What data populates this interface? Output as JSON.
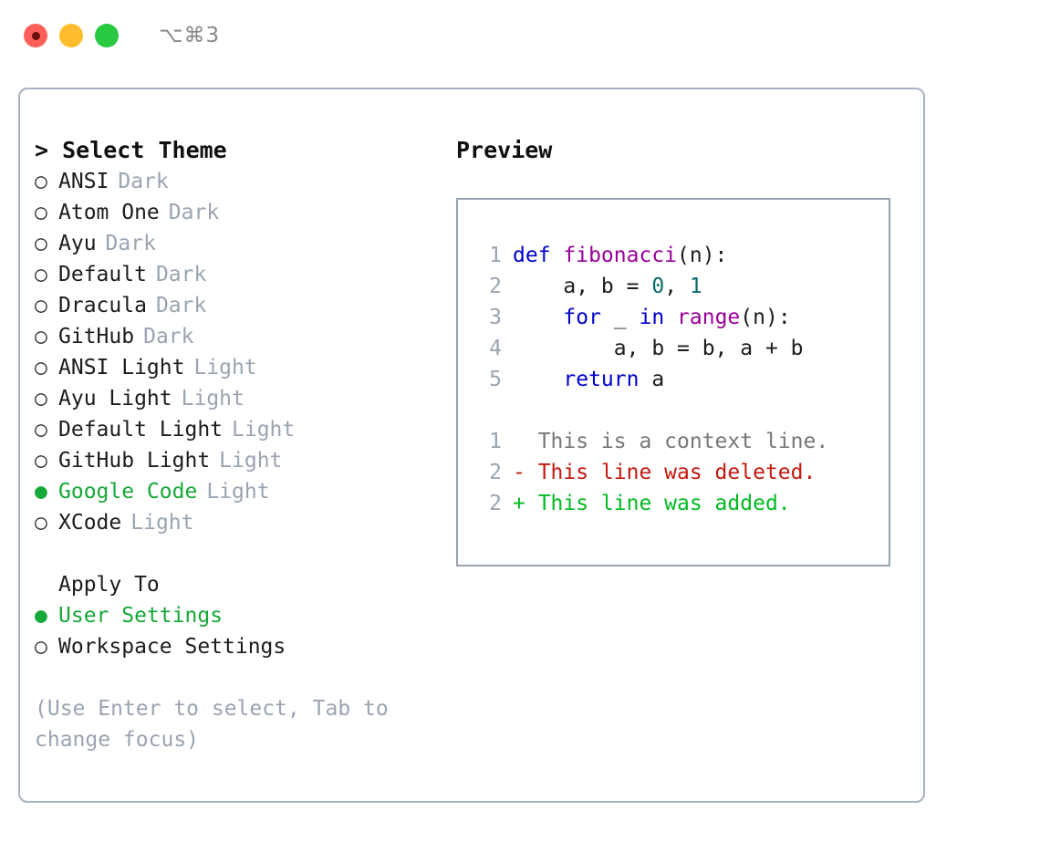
{
  "titlebar": {
    "shortcut": "⌥⌘3",
    "buttons": [
      {
        "name": "close",
        "color": "#ff6058"
      },
      {
        "name": "minimize",
        "color": "#ffbd2e"
      },
      {
        "name": "maximize",
        "color": "#28c840"
      }
    ]
  },
  "theme_picker": {
    "heading": "> Select Theme",
    "marker_selected": "●",
    "marker_unselected": "○",
    "items": [
      {
        "label": "ANSI",
        "category": "Dark",
        "selected": false
      },
      {
        "label": "Atom One",
        "category": "Dark",
        "selected": false
      },
      {
        "label": "Ayu",
        "category": "Dark",
        "selected": false
      },
      {
        "label": "Default",
        "category": "Dark",
        "selected": false
      },
      {
        "label": "Dracula",
        "category": "Dark",
        "selected": false
      },
      {
        "label": "GitHub",
        "category": "Dark",
        "selected": false
      },
      {
        "label": "ANSI Light",
        "category": "Light",
        "selected": false
      },
      {
        "label": "Ayu Light",
        "category": "Light",
        "selected": false
      },
      {
        "label": "Default Light",
        "category": "Light",
        "selected": false
      },
      {
        "label": "GitHub Light",
        "category": "Light",
        "selected": false
      },
      {
        "label": "Google Code",
        "category": "Light",
        "selected": true
      },
      {
        "label": "XCode",
        "category": "Light",
        "selected": false
      }
    ]
  },
  "apply_to": {
    "heading": "Apply To",
    "items": [
      {
        "label": "User Settings",
        "selected": true
      },
      {
        "label": "Workspace Settings",
        "selected": false
      }
    ]
  },
  "hint": "(Use Enter to select, Tab to change focus)",
  "preview": {
    "heading": "Preview",
    "code_lines": [
      {
        "gutter": "1",
        "tokens": [
          {
            "t": "def ",
            "c": "tok-kw"
          },
          {
            "t": "fibonacci",
            "c": "tok-fn"
          },
          {
            "t": "(n):",
            "c": "tok-plain"
          }
        ]
      },
      {
        "gutter": "2",
        "tokens": [
          {
            "t": "    a, b = ",
            "c": "tok-plain"
          },
          {
            "t": "0",
            "c": "tok-num"
          },
          {
            "t": ", ",
            "c": "tok-plain"
          },
          {
            "t": "1",
            "c": "tok-num"
          }
        ]
      },
      {
        "gutter": "3",
        "tokens": [
          {
            "t": "    ",
            "c": "tok-plain"
          },
          {
            "t": "for",
            "c": "tok-kw"
          },
          {
            "t": " _ ",
            "c": "tok-plain"
          },
          {
            "t": "in",
            "c": "tok-kw"
          },
          {
            "t": " ",
            "c": "tok-plain"
          },
          {
            "t": "range",
            "c": "tok-fn"
          },
          {
            "t": "(n):",
            "c": "tok-plain"
          }
        ]
      },
      {
        "gutter": "4",
        "tokens": [
          {
            "t": "        a, b = b, a + b",
            "c": "tok-plain"
          }
        ]
      },
      {
        "gutter": "5",
        "tokens": [
          {
            "t": "    ",
            "c": "tok-plain"
          },
          {
            "t": "return",
            "c": "tok-kw"
          },
          {
            "t": " a",
            "c": "tok-plain"
          }
        ]
      }
    ],
    "diff_lines": [
      {
        "gutter": "1",
        "sign": " ",
        "text": " This is a context line.",
        "style": "diff-ctx"
      },
      {
        "gutter": "2",
        "sign": "-",
        "text": " This line was deleted.",
        "style": "diff-del"
      },
      {
        "gutter": "2",
        "sign": "+",
        "text": " This line was added.",
        "style": "diff-add"
      }
    ]
  },
  "colors": {
    "accent_green": "#16a838",
    "muted": "#9aa4b2",
    "panel_border": "#a9b2c0",
    "preview_border": "#98a2b3",
    "keyword": "#0000cc",
    "function": "#990099",
    "number": "#0b6a6a",
    "diff_delete": "#c4190f",
    "diff_add": "#00bb22"
  }
}
